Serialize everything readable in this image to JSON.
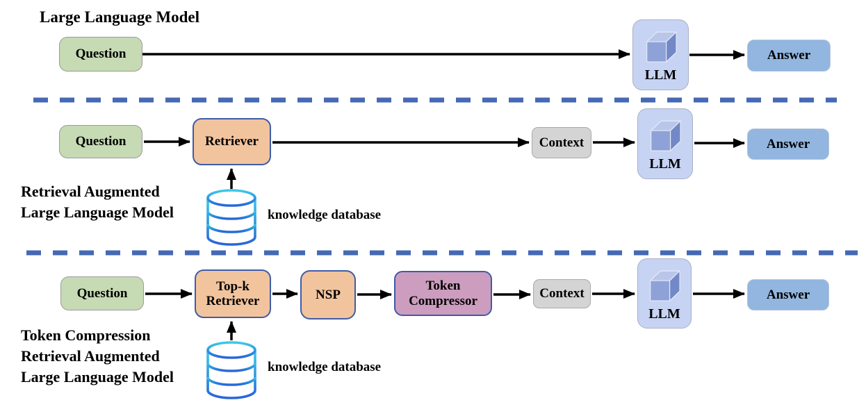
{
  "colors": {
    "question_fill": "#c6dab4",
    "question_border": "#9b9b9b",
    "retriever_fill": "#f2c49e",
    "retriever_border": "#3f5ca8",
    "context_fill": "#d4d4d4",
    "llm_fill": "#c7d3f2",
    "answer_fill": "#92b6df",
    "token_compressor_fill": "#cc9dbe",
    "divider_dash": "#4569b4",
    "database_gradient_top": "#3ec9e7",
    "database_gradient_bottom": "#2a65d9",
    "arrow": "#000000"
  },
  "sections": [
    {
      "title_lines": [
        "Large Language Model"
      ],
      "nodes": {
        "question": "Question",
        "llm": "LLM",
        "answer": "Answer"
      }
    },
    {
      "title_lines": [
        "Retrieval Augmented",
        "Large Language Model"
      ],
      "nodes": {
        "question": "Question",
        "retriever": "Retriever",
        "context": "Context",
        "llm": "LLM",
        "answer": "Answer"
      },
      "database_label": "knowledge database"
    },
    {
      "title_lines": [
        "Token Compression",
        "Retrieval Augmented",
        "Large Language Model"
      ],
      "nodes": {
        "question": "Question",
        "retriever": "Top-k Retriever",
        "nsp": "NSP",
        "compressor": "Token Compressor",
        "context": "Context",
        "llm": "LLM",
        "answer": "Answer"
      },
      "database_label": "knowledge database"
    }
  ]
}
